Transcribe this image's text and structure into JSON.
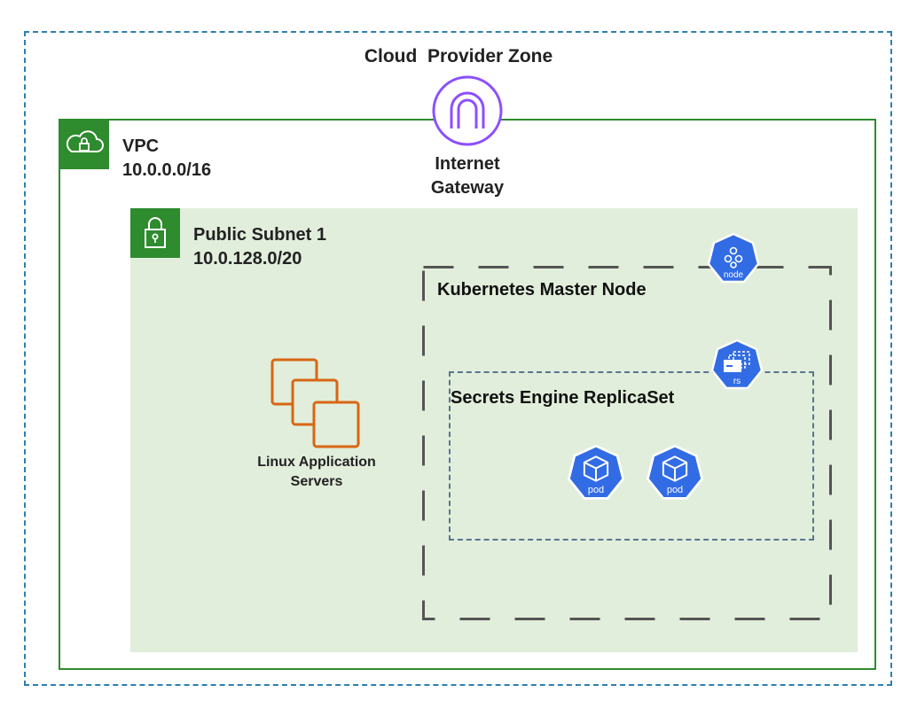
{
  "zone": {
    "title": "Cloud  Provider Zone"
  },
  "vpc": {
    "name": "VPC",
    "cidr": "10.0.0.0/16"
  },
  "gateway": {
    "line1": "Internet",
    "line2": "Gateway"
  },
  "subnet": {
    "name": "Public Subnet 1",
    "cidr": "10.0.128.0/20"
  },
  "servers": {
    "line1": "Linux Application",
    "line2": "Servers"
  },
  "master": {
    "title": "Kubernetes Master Node",
    "badge": "node"
  },
  "replicaset": {
    "title": "Secrets Engine ReplicaSet",
    "badge": "rs"
  },
  "pods": [
    {
      "label": "pod"
    },
    {
      "label": "pod"
    }
  ],
  "colors": {
    "zone_border": "#2f7fb0",
    "vpc_green": "#2e8b2e",
    "subnet_fill": "#e1eedb",
    "gateway_purple": "#8c4fff",
    "server_orange": "#d86613",
    "k8s_blue": "#326ce5"
  }
}
